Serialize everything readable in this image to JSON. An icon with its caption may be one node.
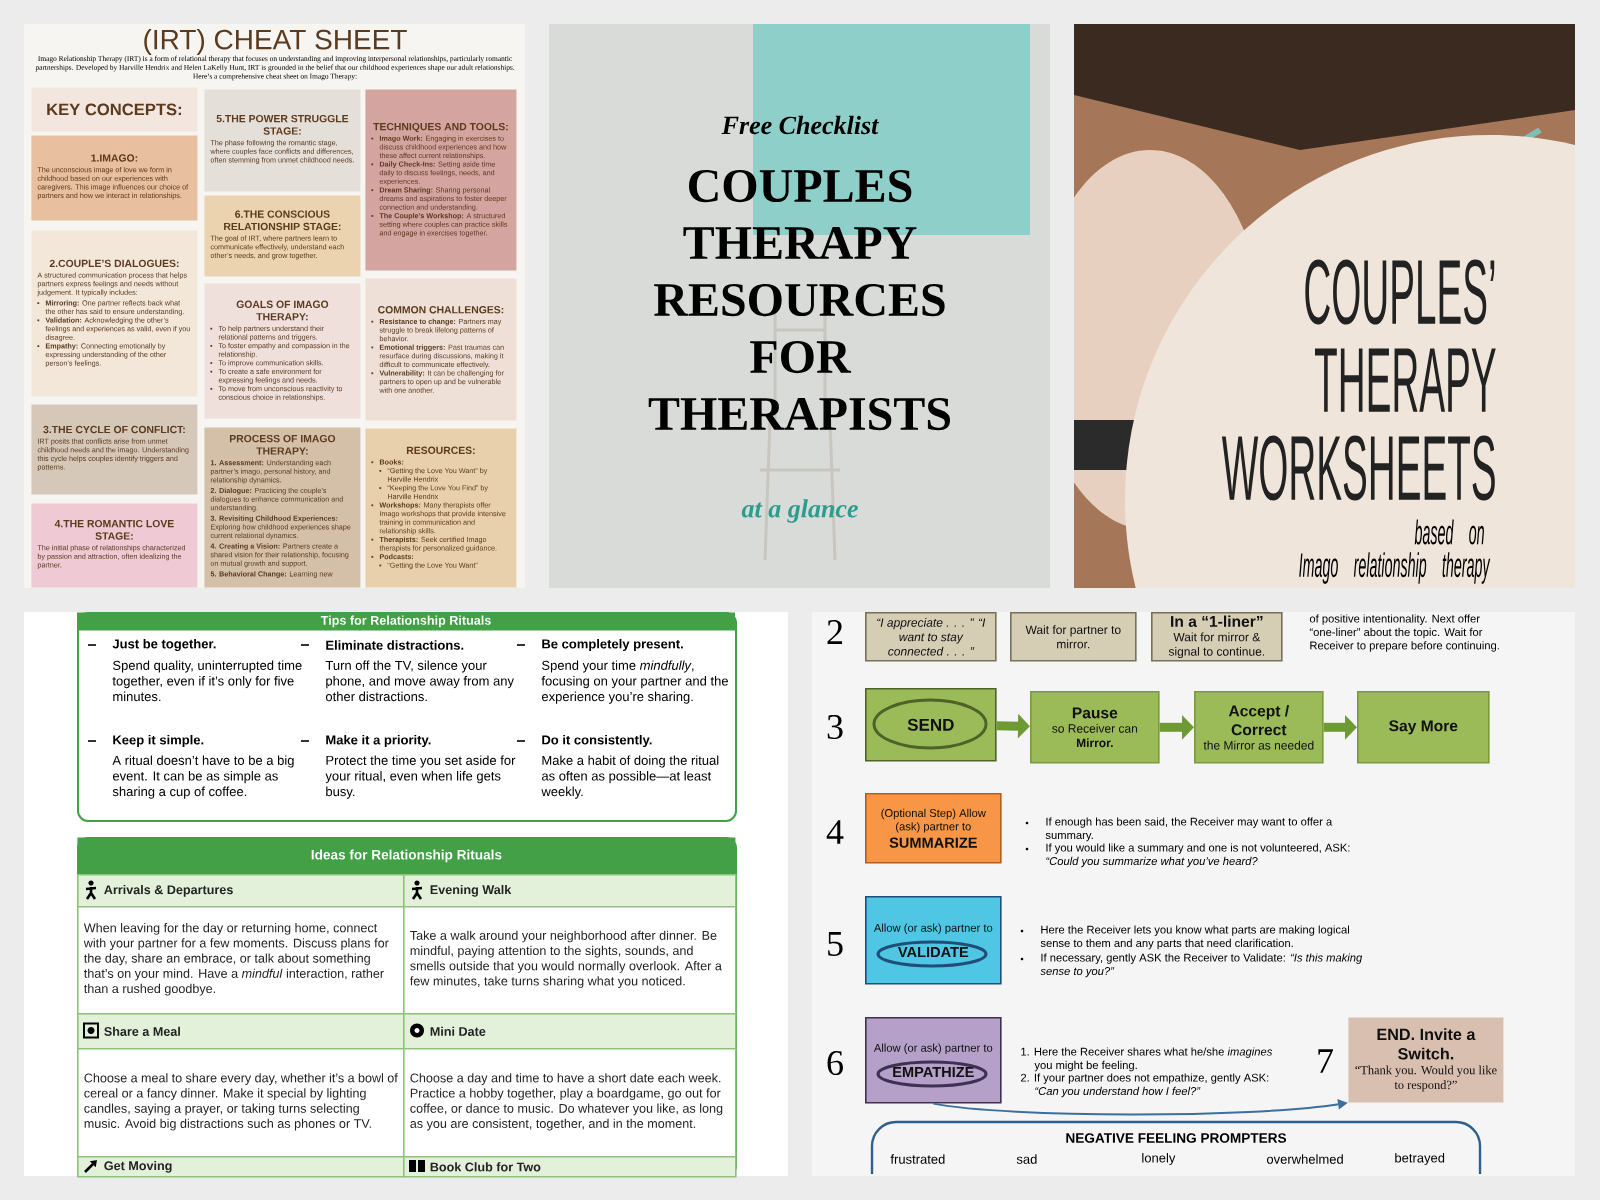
{
  "diagram": {
    "nodes": [
      {
        "text": [
          "KEY CONCEPTS:"
        ]
      },
      {
        "text": [
          "1.IMAGO:",
          "The unconscious image of love we form in childhood based on our experiences with caregivers. This image influences our choice of partners and how we interact in relationships."
        ]
      },
      {
        "text": [
          "2.COUPLE’S DIALOGUES:",
          "A structured communication process that helps partners express feelings and needs without judgement. It typically includes:",
          "**Mirroring:** One partner reflects back what the other has said to ensure understanding.",
          "**Validation:** Acknowledging the other’s feelings and experiences as valid, even if you disagree.",
          "**Empathy:** Connecting emotionally by expressing understanding of the other person’s feelings."
        ]
      },
      {
        "text": [
          "3.THE CYCLE OF CONFLICT:",
          "IRT posits that conflicts arise from unmet childhood needs and the imago. Understanding this cycle helps couples identify triggers and patterns."
        ]
      },
      {
        "text": [
          "4.THE ROMANTIC LOVE STAGE:",
          "The initial phase of relationships characterized by passion and attraction, often idealizing the partner."
        ]
      },
      {
        "text": [
          "5.THE POWER STRUGGLE STAGE:",
          "The phase following the romantic stage, where couples face conflicts and differences, often stemming from unmet childhood needs."
        ]
      },
      {
        "text": [
          "6.THE CONSCIOUS RELATIONSHIP STAGE:",
          "The goal of IRT, where partners learn to communicate effectively, understand each other’s needs, and grow together."
        ]
      },
      {
        "text": [
          "GOALS OF IMAGO THERAPY:",
          "To help partners understand their relational patterns and triggers.",
          "To foster empathy and compassion in the relationship.",
          "To improve communication skills.",
          "To create a safe environment for expressing feelings and needs.",
          "To move from unconscious reactivity to conscious choice in relationships."
        ]
      },
      {
        "text": [
          "PROCESS OF IMAGO THERAPY:",
          "**1. Assessment:** Understanding each partner’s imago, personal history, and relationship dynamics.",
          "**2. Dialogue:** Practicing the couple’s dialogues to enhance communication and understanding.",
          "**3. Revisiting Childhood Experiences:** Exploring how childhood experiences shape current relational dynamics.",
          "**4. Creating a Vision:** Partners create a shared vision for their relationship, focusing on mutual growth and support.",
          "**5. Behavioral Change:** Learning new"
        ]
      },
      {
        "text": [
          "TECHNIQUES AND TOOLS:",
          "**Imago Work:** Engaging in exercises to discuss childhood experiences and how these affect current relationships.",
          "**Daily Check-Ins:** Setting aside time daily to discuss feelings, needs, and experiences.",
          "**Dream Sharing:** Sharing personal dreams and aspirations to foster deeper connection and understanding.",
          "**The Couple’s Workshop:** A structured setting where couples can practice skills and engage in exercises together."
        ]
      },
      {
        "text": [
          "COMMON CHALLENGES:",
          "**Resistance to change:** Partners may struggle to break lifelong patterns of behavior.",
          "**Emotional triggers:** Past traumas can resurface during discussions, making it difficult to communicate effectively.",
          "**Vulnerability:** It can be challenging for partners to open up and be vulnerable with one another."
        ]
      },
      {
        "text": [
          "RESOURCES:",
          "**Books:**",
          "“Getting the Love You Want” by Harville Hendrix",
          "“Keeping the Love You Find” by Harville Hendrix",
          "**Workshops:** Many therapists offer Imago workshops that provide intensive training in communication and relationship skills.",
          "**Therapists:** Seek certified Imago therapists for personalized guidance.",
          "**Podcasts:**",
          "“Getting the Love You Want”"
        ]
      },
      {
        "text": [
          "Tips for Relationship Rituals",
          "Just be together.",
          "Spend quality, uninterrupted time together, even if it’s only for five minutes.",
          "Eliminate distractions.",
          "Turn off the TV, silence your phone, and move away from any other distractions.",
          "Be completely present.",
          "Spend your time *mindfully*, focusing on your partner and the experience you’re sharing.",
          "Keep it simple.",
          "A ritual doesn’t have to be a big event. It can be as simple as sharing a cup of coffee.",
          "Make it a priority.",
          "Protect the time you set aside for your ritual, even when life gets busy.",
          "Do it consistently.",
          "Make a habit of doing the ritual as often as possible—at least weekly."
        ]
      },
      {
        "text": [
          "Ideas for Relationship Rituals"
        ]
      },
      {
        "text": [
          "Arrivals & Departures"
        ],
        "in": 13
      },
      {
        "text": [
          "Evening Walk"
        ],
        "in": 13
      },
      {
        "text": [
          "When leaving for the day or returning home, connect with your partner for a few moments. Discuss plans for the day, share an embrace, or talk about something that’s on your mind. Have a *mindful* interaction, rather than a rushed goodbye."
        ],
        "in": 13
      },
      {
        "text": [
          "Take a walk around your neighborhood after dinner. Be mindful, paying attention to the sights, sounds, and smells outside that you would normally overlook. After a few minutes, take turns sharing what you noticed."
        ],
        "in": 13
      },
      {
        "text": [
          "Share a Meal"
        ],
        "in": 13
      },
      {
        "text": [
          "Mini Date"
        ],
        "in": 13
      },
      {
        "text": [
          "Choose a meal to share every day, whether it’s a bowl of cereal or a fancy dinner. Make it special by lighting candles, saying a prayer, or taking turns selecting music. Avoid big distractions such as phones or TV."
        ],
        "in": 13
      },
      {
        "text": [
          "Choose a day and time to have a short date each week. Practice a hobby together, play a boardgame, go out for coffee, or dance to music. Do whatever you like, as long as you are consistent, together, and in the moment."
        ],
        "in": 13
      },
      {
        "text": [
          "Get Moving"
        ],
        "in": 13
      },
      {
        "text": [
          "Book Club for Two"
        ],
        "in": 13
      },
      {
        "text": [
          "“I appreciate . . . ” “I want to stay connected . . . ”"
        ]
      },
      {
        "text": [
          "Wait for partner to mirror."
        ]
      },
      {
        "text": [
          "In a “1-liner”",
          "Wait for mirror & signal to continue."
        ]
      },
      {
        "text": [
          "SEND"
        ]
      },
      {
        "text": [
          "Pause",
          "so Receiver can **Mirror.**"
        ]
      },
      {
        "text": [
          "Accept / Correct",
          "the Mirror as needed"
        ]
      },
      {
        "text": [
          "Say More"
        ]
      },
      {
        "text": [
          "(Optional Step) Allow (ask) partner to",
          "SUMMARIZE"
        ]
      },
      {
        "text": [
          "Allow (or ask) partner to",
          "VALIDATE"
        ]
      },
      {
        "text": [
          "Allow (or ask) partner to",
          "EMPATHIZE"
        ]
      },
      {
        "text": [
          "END. Invite a Switch.",
          "“Thank you. Would you like to respond?”"
        ]
      },
      {
        "text": [
          "NEGATIVE FEELING PROMPTERS",
          "frustrated",
          "sad",
          "lonely",
          "overwhelmed",
          "betrayed"
        ]
      }
    ],
    "edges": [
      {
        "from": 27,
        "to": 28,
        "arrow": "to"
      },
      {
        "from": 28,
        "to": 29,
        "arrow": "to"
      },
      {
        "from": 29,
        "to": 30,
        "arrow": "to"
      },
      {
        "from": 33,
        "to": 34,
        "arrow": "to",
        "color": "#3d6f9e"
      }
    ],
    "labels": [
      "(IRT) CHEAT SHEET",
      "Imago Relationship Therapy (IRT) is a form of relational therapy that focuses on understanding and improving interpersonal relationships, particularly romantic partnerships. Developed by Harville Hendrix and Helen LaKelly Hunt, IRT is grounded in the belief that our childhood experiences shape our adult relationships. Here’s a comprehensive cheat sheet on Imago Therapy:",
      "Free Checklist",
      "COUPLES THERAPY RESOURCES FOR THERAPISTS",
      "at a glance",
      "COUPLES’ THERAPY WORKSHEETS",
      "based on",
      "Imago relationship therapy",
      "2",
      "of positive intentionality. Next offer “one-liner” about the topic. Wait for Receiver to prepare before continuing.",
      "3",
      "4",
      "If enough has been said, the Receiver may want to offer a summary.",
      "If you would like a summary and one is not volunteered, ASK: *“Could you summarize what you’ve heard?*",
      "5",
      "Here the Receiver lets you know what parts are making logical sense to them and any parts that need clarification.",
      "If necessary, gently ASK the Receiver to Validate: *“Is this making sense to you?”*",
      "6",
      "1. Here the Receiver shares what he/she *imagines* you might be feeling.",
      "2. If your partner does not empathize, gently ASK: *“Can you understand how I feel?”*",
      "7"
    ]
  }
}
